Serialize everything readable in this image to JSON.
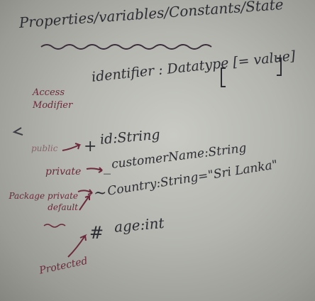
{
  "board": {
    "title": "Properties/variables/Constants/State",
    "access_modifier_label": "Access Modifier",
    "syntax": "identifier : Datatype [= value]",
    "entries": [
      {
        "modifier": "public",
        "symbol": "+",
        "code": "id:String"
      },
      {
        "modifier": "private",
        "symbol": "_",
        "code": "customerName:String"
      },
      {
        "modifier": "Package private default",
        "symbol": "~",
        "code": "Country:String=\"Sri Lanka\""
      },
      {
        "modifier": "Protected",
        "symbol": "#",
        "code": "age:int"
      }
    ]
  },
  "colors": {
    "board": "#b4b5af",
    "marker": "#2c2d33",
    "red_marker": "#6a2a3b"
  }
}
